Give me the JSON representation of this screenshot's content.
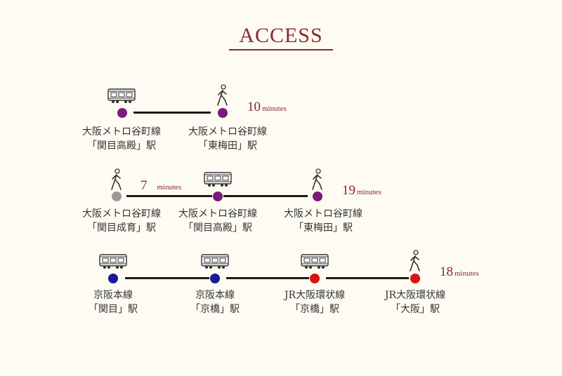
{
  "title": "ACCESS",
  "colors": {
    "title": "#8a2a2a",
    "line": "#1a1a1a",
    "metro": "#7a1a7a",
    "walk_start": "#9a9a9a",
    "keihan": "#1a1a9a",
    "jr": "#d8120f"
  },
  "routes": [
    {
      "time": "10",
      "unit": "minutes",
      "stations": [
        {
          "line": "大阪メトロ谷町線",
          "station": "「関目高殿」駅",
          "icon": "train-icon"
        },
        {
          "line": "大阪メトロ谷町線",
          "station": "「東梅田」駅",
          "icon": "walking-person-icon"
        }
      ]
    },
    {
      "time": "7",
      "unit": "minutes",
      "time2": "19",
      "unit2": "minutes",
      "stations": [
        {
          "line": "大阪メトロ谷町線",
          "station": "「関目成育」駅",
          "icon": "walking-person-icon"
        },
        {
          "line": "大阪メトロ谷町線",
          "station": "「関目高殿」駅",
          "icon": "train-icon"
        },
        {
          "line": "大阪メトロ谷町線",
          "station": "「東梅田」駅",
          "icon": "walking-person-icon"
        }
      ]
    },
    {
      "time": "18",
      "unit": "minutes",
      "stations": [
        {
          "line": "京阪本線",
          "station": "「関目」駅",
          "icon": "train-icon"
        },
        {
          "line": "京阪本線",
          "station": "「京橋」駅",
          "icon": "train-icon"
        },
        {
          "line": "JR大阪環状線",
          "station": "「京橋」駅",
          "icon": "train-icon"
        },
        {
          "line": "JR大阪環状線",
          "station": "「大阪」駅",
          "icon": "walking-person-icon"
        }
      ]
    }
  ]
}
